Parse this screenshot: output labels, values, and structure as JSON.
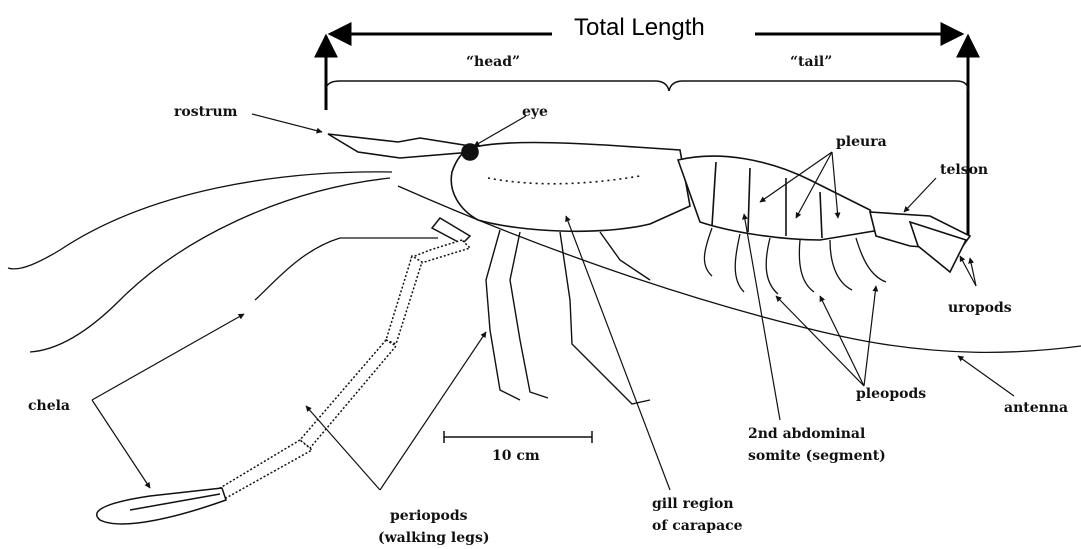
{
  "title": "Total Length",
  "regions": {
    "head": "“head”",
    "tail": "“tail”"
  },
  "scale": {
    "label": "10 cm"
  },
  "labels": {
    "rostrum": "rostrum",
    "eye": "eye",
    "pleura": "pleura",
    "telson": "telson",
    "uropods": "uropods",
    "chela": "chela",
    "pleopods": "pleopods",
    "antenna": "antenna",
    "abdominal_line1": "2nd abdominal",
    "abdominal_line2": "somite (segment)",
    "gill_line1": "gill region",
    "gill_line2": "of carapace",
    "periopods_line1": "periopods",
    "periopods_line2": "(walking legs)"
  },
  "colors": {
    "ink": "#111111",
    "background": "#ffffff"
  }
}
